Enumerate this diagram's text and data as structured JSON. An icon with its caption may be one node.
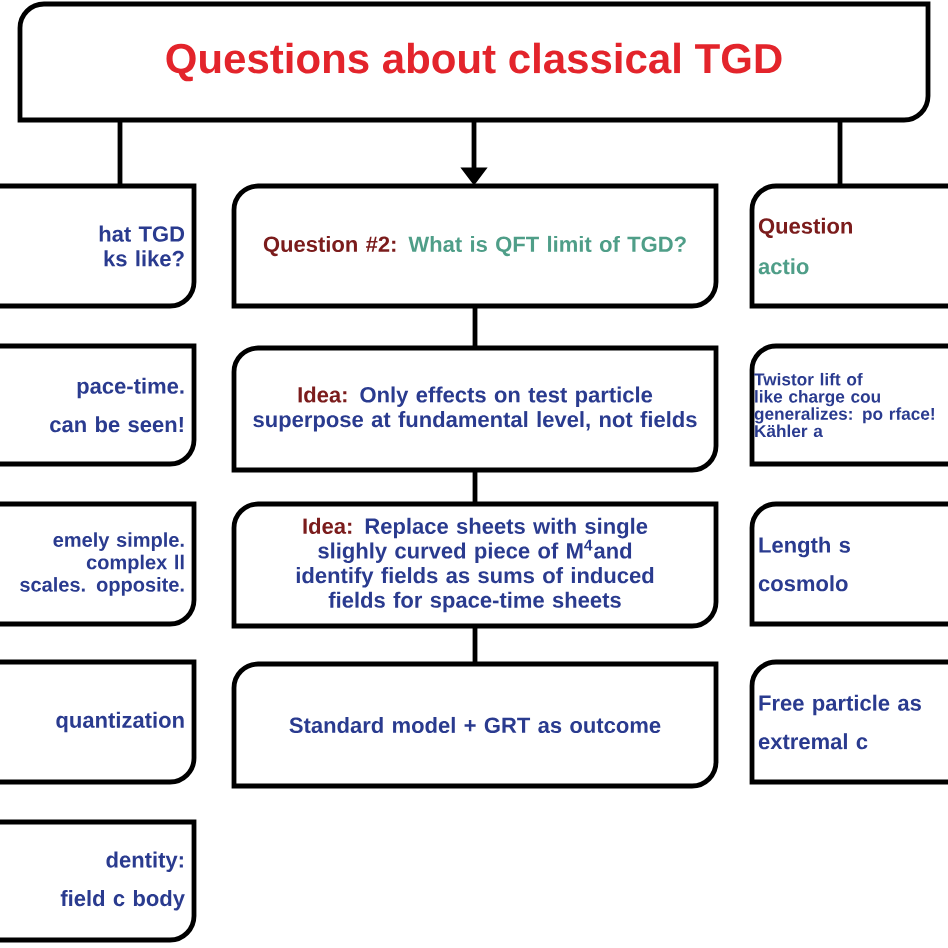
{
  "diagram": {
    "title": "Questions about classical TGD",
    "nodes": [
      {
        "text": [
          "hat TGD ks like?"
        ]
      },
      {
        "text": [
          "pace-time. can be seen!"
        ]
      },
      {
        "text": [
          "emely simple. complex ll scales. opposite."
        ]
      },
      {
        "text": [
          "quantization"
        ]
      },
      {
        "text": [
          "dentity: field c body"
        ]
      },
      {
        "text": [
          "Question #2:",
          "What is QFT limit of TGD?"
        ]
      },
      {
        "text": [
          "Idea:",
          "Only effects on test particle superpose at fundamental level, not fields"
        ]
      },
      {
        "text": [
          "Idea:",
          "Replace sheets with single slighly curved piece of M$^{4}$and identify fields as sums of induced fields for space-time sheets"
        ]
      },
      {
        "text": [
          "Standard model + GRT as outcome"
        ]
      },
      {
        "text": [
          "Question",
          "actio"
        ]
      },
      {
        "text": [
          "Twistor lift of like charge cou generalizes: po rface! Kähler a"
        ]
      },
      {
        "text": [
          "Length s cosmolo"
        ]
      },
      {
        "text": [
          "Free particle as extremal c"
        ]
      }
    ],
    "edges": [
      {
        "from": null,
        "to": 0,
        "arrow": "none"
      },
      {
        "from": null,
        "to": 5,
        "arrow": "to"
      },
      {
        "from": null,
        "to": 9,
        "arrow": "none"
      },
      {
        "from": 5,
        "to": 6,
        "arrow": "none"
      },
      {
        "from": 6,
        "to": 7,
        "arrow": "none"
      },
      {
        "from": 7,
        "to": 8,
        "arrow": "none"
      }
    ]
  }
}
